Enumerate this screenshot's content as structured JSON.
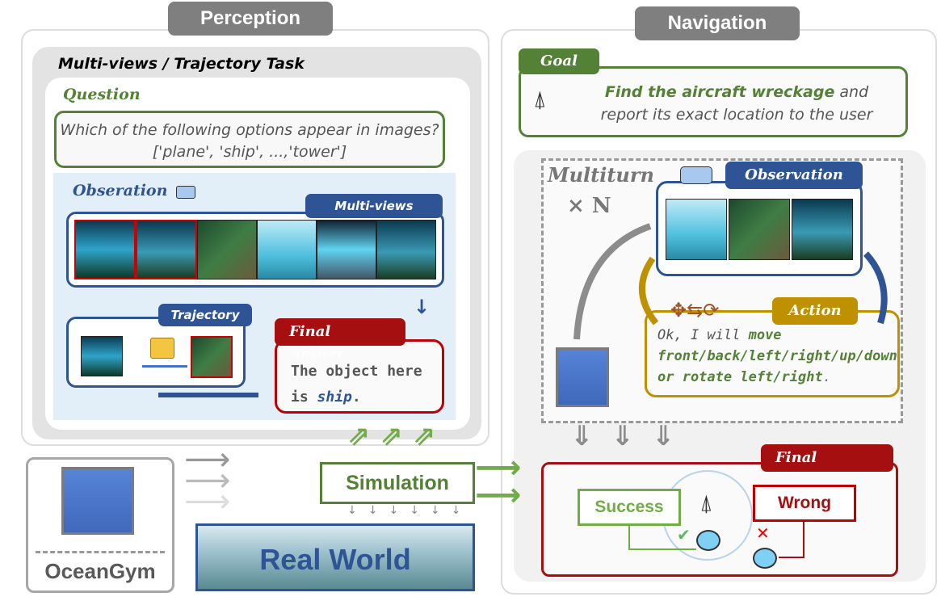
{
  "perception": {
    "header": "Perception",
    "task_title": "Multi-views / Trajectory Task",
    "question_label": "Question",
    "question_line1": "Which of the following options appear in images?",
    "question_line2": "['plane', 'ship', ...,'tower']",
    "observation_label": "Obseration",
    "multiviews_tag": "Multi-views",
    "trajectory_tag": "Trajectory",
    "final_tag": "Final",
    "final_ghost": "Answer",
    "answer_prefix": "The object here is ",
    "answer_value": "ship",
    "answer_suffix": "."
  },
  "navigation": {
    "header": "Navigation",
    "goal_tag": "Goal",
    "goal_bold": "Find the aircraft wreckage",
    "goal_rest1": " and",
    "goal_rest2": "report its exact location to the user",
    "multiturn": "Multiturn",
    "times_n": "× N",
    "observation_tag": "Observation",
    "action_tag": "Action",
    "action_prefix": "Ok,  I will ",
    "action_bold": "move front/back/left/right/up/down or rotate left/right",
    "action_suffix": ".",
    "final_tag": "Final",
    "success": "Success",
    "wrong": "Wrong"
  },
  "bottom": {
    "oceangym": "OceanGym",
    "simulation": "Simulation",
    "real_world": "Real World"
  },
  "colors": {
    "green": "#538135",
    "blue": "#2f5496",
    "red": "#a50f0f",
    "gold": "#bf9000",
    "gray": "#7f7f7f"
  },
  "icons": [
    "camera-icon",
    "tower-icon",
    "move-icon",
    "swap-icon",
    "rotate-icon",
    "check-icon",
    "cross-icon",
    "submarine-icon",
    "robot-icon"
  ]
}
